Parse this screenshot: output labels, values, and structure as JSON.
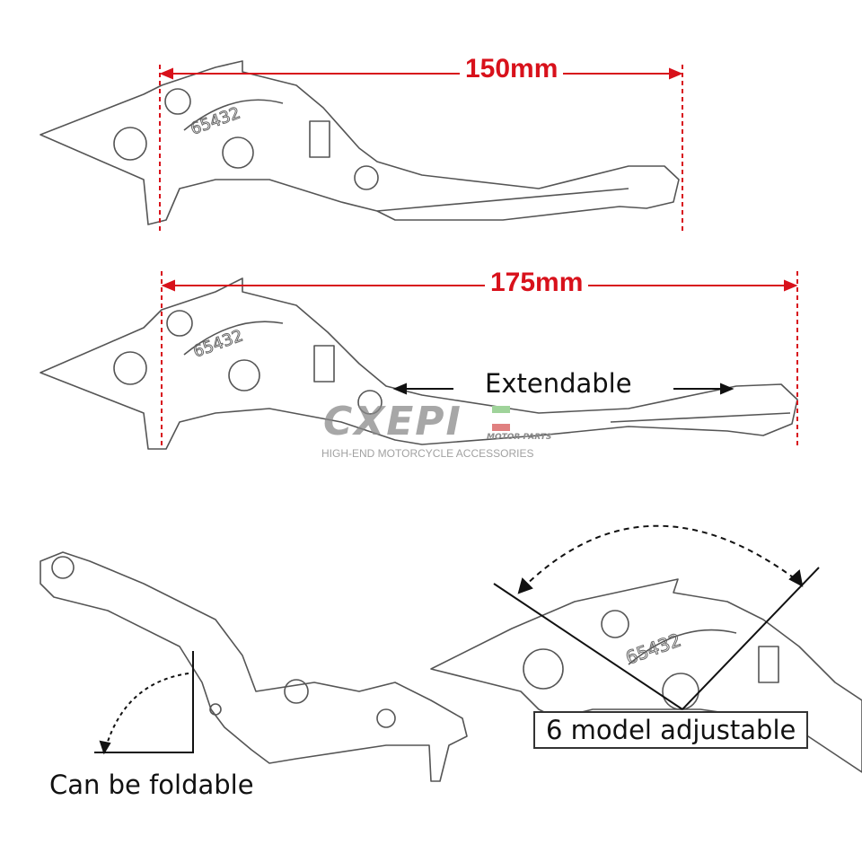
{
  "dimensions": {
    "short": "150mm",
    "long": "175mm"
  },
  "labels": {
    "extendable": "Extendable",
    "foldable": "Can be foldable",
    "adjustable": "6 model adjustable"
  },
  "engraving": "65432",
  "watermark": {
    "logo": "CXEPI",
    "sub": "MOTOR PARTS",
    "tagline": "HIGH-END MOTORCYCLE ACCESSORIES"
  },
  "colors": {
    "dimension": "#d8111b",
    "outline": "#555555",
    "logo_green": "#9fd39a",
    "logo_red": "#e08080"
  }
}
